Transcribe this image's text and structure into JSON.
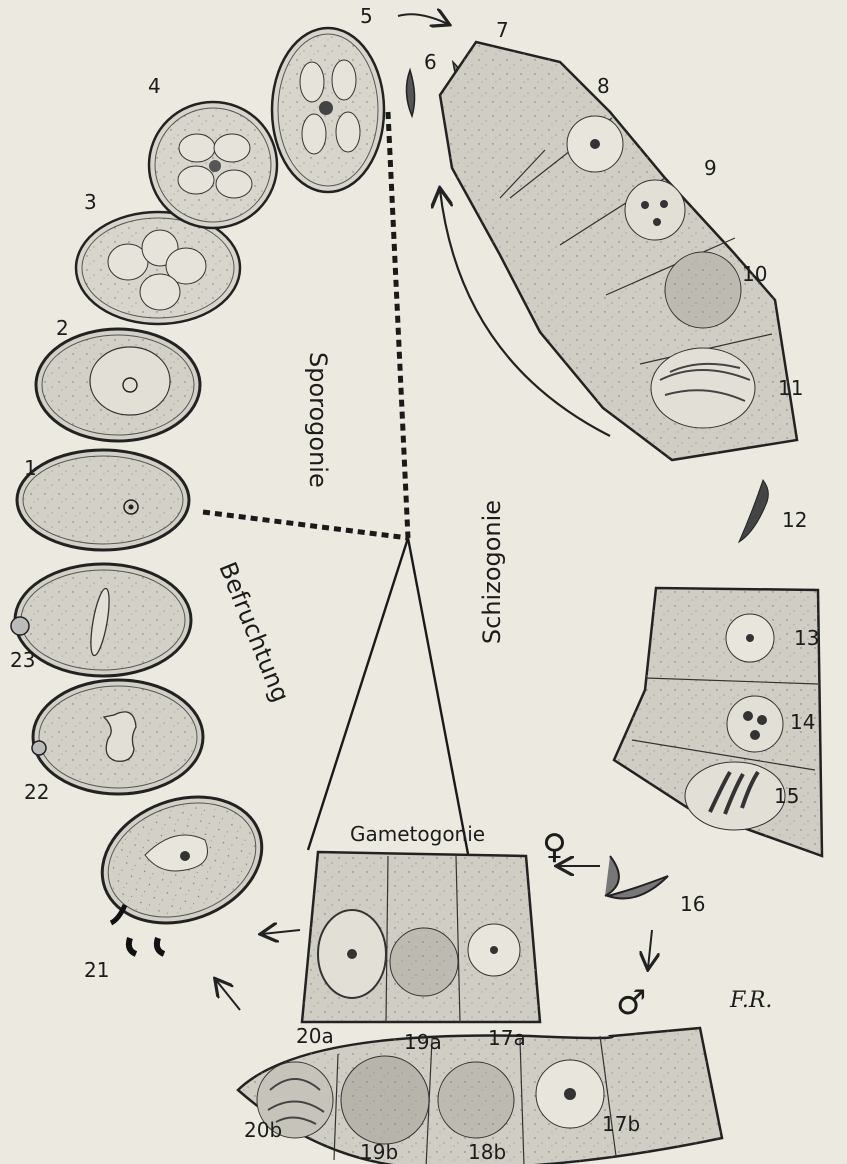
{
  "phases": {
    "sporogonie": "Sporogonie",
    "schizogonie": "Schizogonie",
    "befruchtung": "Befruchtung",
    "gametogonie": "Gametogonie"
  },
  "figure_labels": {
    "n1": "1",
    "n2": "2",
    "n3": "3",
    "n4": "4",
    "n5": "5",
    "n6": "6",
    "n7": "7",
    "n8": "8",
    "n9": "9",
    "n10": "10",
    "n11": "11",
    "n12": "12",
    "n13": "13",
    "n14": "14",
    "n15": "15",
    "n16": "16",
    "n17a": "17a",
    "n17b": "17b",
    "n18b": "18b",
    "n19a": "19a",
    "n19b": "19b",
    "n20a": "20a",
    "n20b": "20b",
    "n21": "21",
    "n22": "22",
    "n23": "23"
  },
  "symbols": {
    "female": "♀",
    "male": "♂"
  },
  "signature": "F.R."
}
